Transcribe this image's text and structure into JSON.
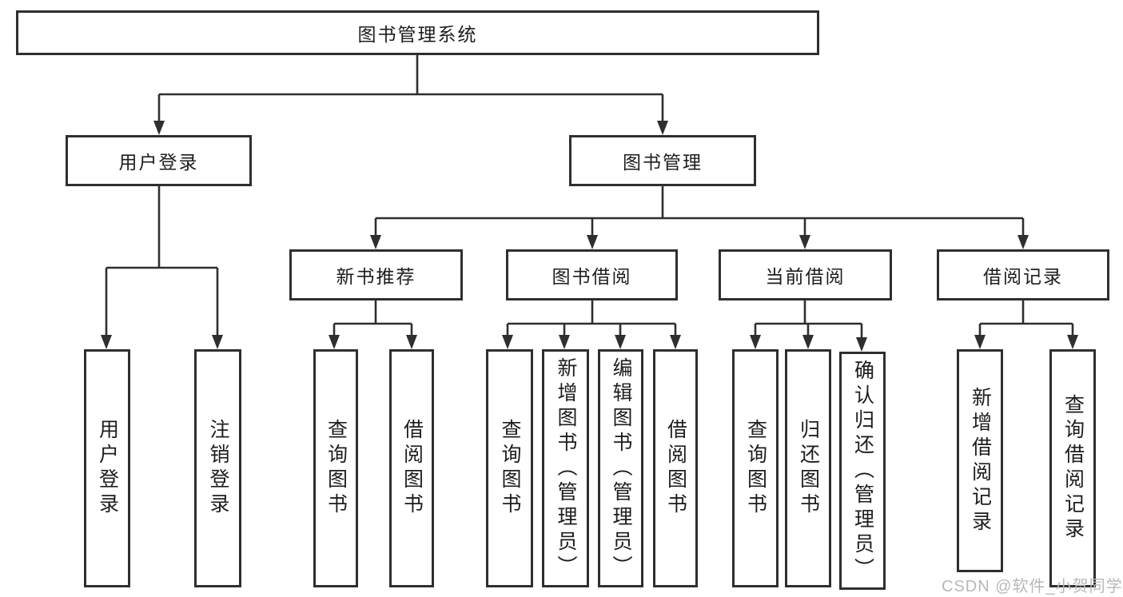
{
  "colors": {
    "line": "#2f2f2f",
    "box_border": "#2f2f2f",
    "text": "#1d1d1d",
    "background": "#ffffff",
    "watermark": "#b8b8b8"
  },
  "watermark": {
    "text": "CSDN @软件_小贺同学"
  },
  "chart_data": {
    "type": "tree-diagram",
    "title": "图书管理系统"
  },
  "tree": {
    "root": "图书管理系统",
    "children": [
      {
        "label": "用户登录",
        "children": [
          {
            "label": "用户登录"
          },
          {
            "label": "注销登录"
          }
        ]
      },
      {
        "label": "图书管理",
        "children": [
          {
            "label": "新书推荐",
            "children": [
              {
                "label": "查询图书"
              },
              {
                "label": "借阅图书"
              }
            ]
          },
          {
            "label": "图书借阅",
            "children": [
              {
                "label": "查询图书"
              },
              {
                "label": "新增图书（管理员）"
              },
              {
                "label": "编辑图书（管理员）"
              },
              {
                "label": "借阅图书"
              }
            ]
          },
          {
            "label": "当前借阅",
            "children": [
              {
                "label": "查询图书"
              },
              {
                "label": "归还图书"
              },
              {
                "label": "确认归还（管理员）"
              }
            ]
          },
          {
            "label": "借阅记录",
            "children": [
              {
                "label": "新增借阅记录"
              },
              {
                "label": "查询借阅记录"
              }
            ]
          }
        ]
      }
    ]
  }
}
